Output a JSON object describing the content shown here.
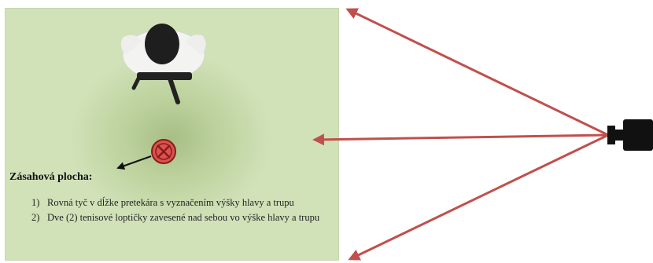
{
  "caption": {
    "heading": "Zásahová plocha:",
    "items": [
      {
        "number": "1)",
        "text": "Rovná tyč v dĺžke pretekára s vyznačením výšky hlavy a trupu"
      },
      {
        "number": "2)",
        "text": "Dve (2) tenisové loptičky zavesené nad sebou vo výške hlavy a trupu"
      }
    ]
  },
  "colors": {
    "field": "#c9dcae",
    "field_center": "#a8be86",
    "arrow": "#c0504d",
    "target_fill": "#d9534f",
    "target_stroke": "#8b1a1a",
    "camera": "#111111",
    "pointer": "#111111"
  },
  "icons": {
    "target": "target-x-icon",
    "camera": "camera-icon",
    "figure": "athlete-top-view"
  }
}
